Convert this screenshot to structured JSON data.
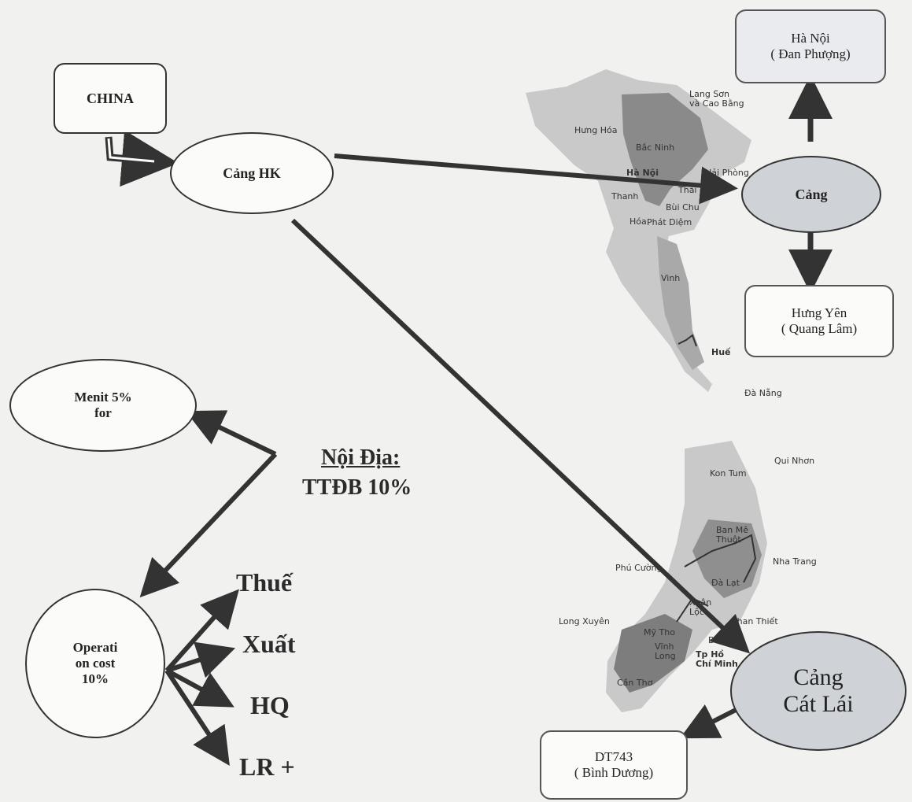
{
  "nodes": {
    "china": "CHINA",
    "cang_hk": "Cảng HK",
    "cang_north": "Cảng",
    "ha_noi_1": "Hà Nội",
    "ha_noi_2": "( Đan Phượng)",
    "hung_yen_1": "Hưng Yên",
    "hung_yen_2": "( Quang Lâm)",
    "menit_1": "Menit 5%",
    "menit_2": "for",
    "operation_1": "Operati",
    "operation_2": "on cost",
    "operation_3": "10%",
    "cat_lai_1": "Cảng",
    "cat_lai_2": "Cát Lái",
    "dt743_1": "DT743",
    "dt743_2": "( Bình Dương)"
  },
  "center": {
    "heading": "Nội Địa:",
    "subheading": "TTĐB 10%"
  },
  "outputs": [
    "Thuế",
    "Xuất",
    "HQ",
    "LR +"
  ],
  "map_places": {
    "lang_son_1": "Lang Sơn",
    "lang_son_2": "và Cao Bằng",
    "hung_hoa": "Hưng Hóa",
    "bac_ninh": "Bắc Ninh",
    "ha_noi": "Hà Nội",
    "hai_phong": "Hải Phòng",
    "thanh": "Thanh",
    "hoa": "Hóa",
    "thai_binh": "Thái Bình",
    "bui_chu": "Bùi Chu",
    "phat_diem": "Phát Diệm",
    "vinh": "Vinh",
    "hue": "Huế",
    "da_nang": "Đà Nẵng",
    "kon_tum": "Kon Tum",
    "qui_nhon": "Qui Nhơn",
    "ban_me_1": "Ban Mê",
    "ban_me_2": "Thuột",
    "nha_trang": "Nha Trang",
    "phu_cuong": "Phú Cường",
    "da_lat": "Đà Lạt",
    "xuan_loc_1": "Xuân",
    "xuan_loc_2": "Lộc",
    "long_xuyen": "Long Xuyên",
    "phan_thiet": "Phan Thiết",
    "my_tho": "Mỹ Tho",
    "vinh_long_1": "Vĩnh",
    "vinh_long_2": "Long",
    "ba_ria": "Bà Rịa",
    "tp_hcm_1": "Tp Hồ",
    "tp_hcm_2": "Chí Minh",
    "can_tho": "Cần Thơ"
  },
  "colors": {
    "arrow": "#333333",
    "map_light": "#c9c9c9",
    "map_mid": "#a9a9a9",
    "map_dark": "#7d7d7d",
    "port_fill": "#cfd3d8",
    "box_fill": "#e9ebef"
  }
}
